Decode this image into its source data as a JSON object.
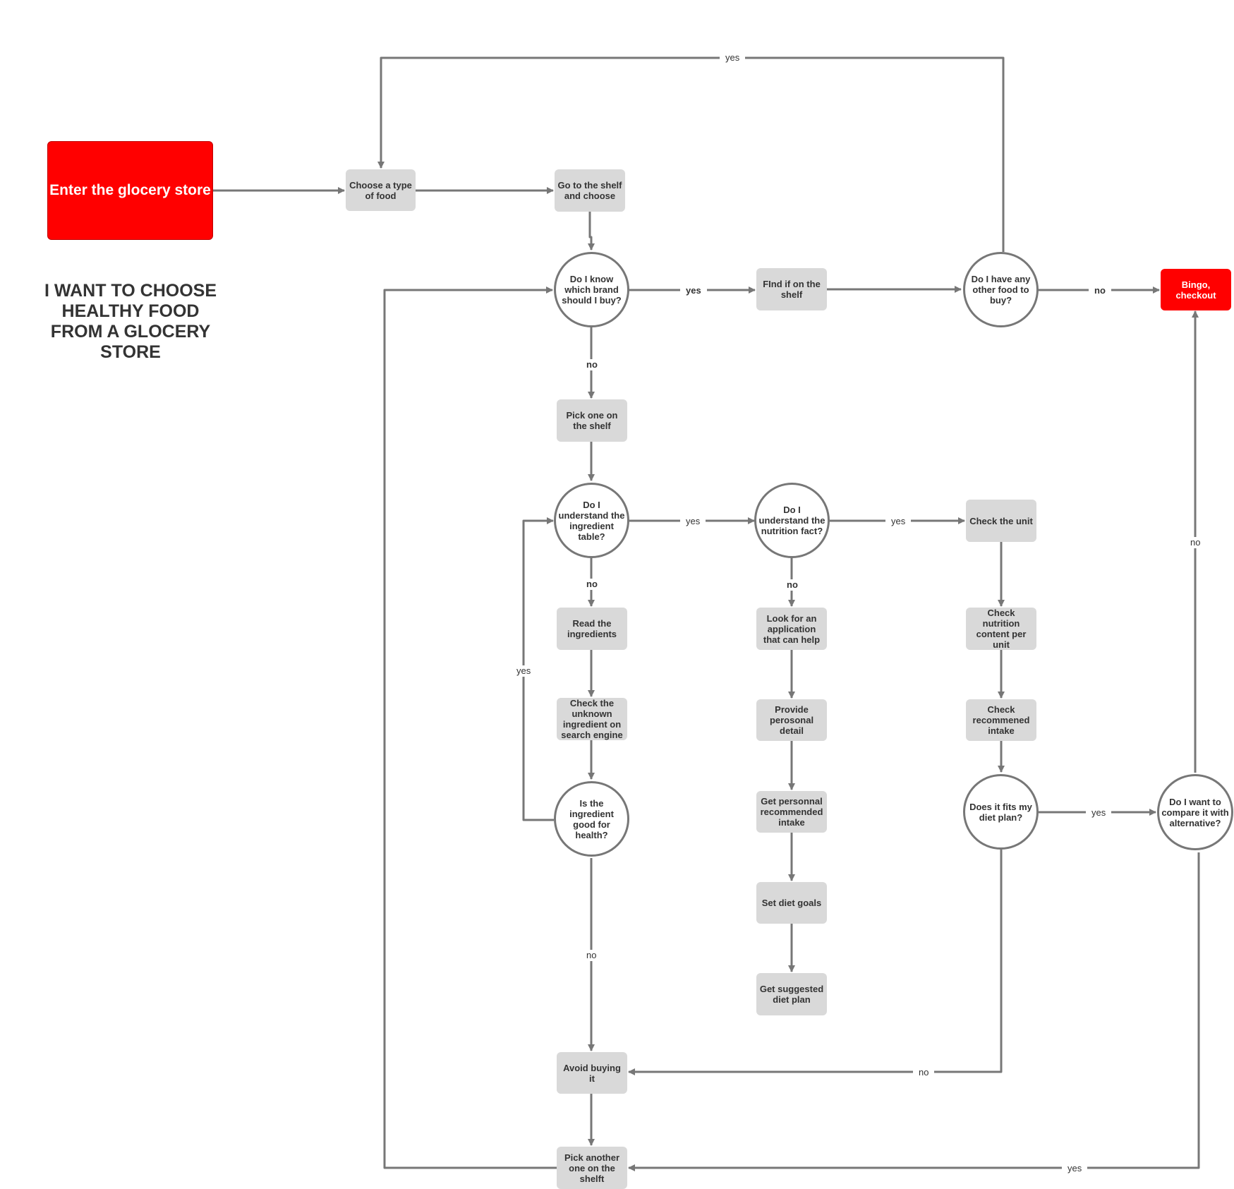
{
  "title": "I WANT TO CHOOSE HEALTHY FOOD FROM A GLOCERY STORE",
  "colors": {
    "accent": "#ff0000",
    "process": "#d9d9d9",
    "line": "#777777",
    "text": "#333333"
  },
  "nodes": {
    "start": "Enter the glocery store",
    "choose_type": "Choose a type of food",
    "go_shelf": "Go to the shelf and choose",
    "know_brand": "Do I know which brand should I buy?",
    "find_shelf": "FInd if on the shelf",
    "other_food": "Do I have any other food to buy?",
    "checkout": "Bingo, checkout",
    "pick_one": "Pick one on the shelf",
    "understand_ingredient": "Do I understand the ingredient table?",
    "understand_nutrition": "Do I understand the nutrition fact?",
    "check_unit": "Check the unit",
    "read_ingredients": "Read the ingredients",
    "look_app": "Look for an application that can help",
    "nutrition_per_unit": "Check nutrition content per unit",
    "check_unknown": "Check the unknown ingredient on search engine",
    "provide_detail": "Provide perosonal detail",
    "recommended_intake": "Check recommened intake",
    "good_for_health": "Is the ingredient good for health?",
    "personal_intake": "Get personnal recommended intake",
    "fits_plan": "Does it fits my diet plan?",
    "compare": "Do I want to compare it with alternative?",
    "diet_goals": "Set diet goals",
    "diet_plan": "Get suggested diet plan",
    "avoid": "Avoid buying it",
    "pick_another": "Pick another one on the shelft"
  },
  "edge_labels": {
    "loop_yes": "yes",
    "brand_yes": "yes",
    "other_no": "no",
    "brand_no": "no",
    "ingredient_yes": "yes",
    "nutrition_yes": "yes",
    "ingredient_no": "no",
    "nutrition_no": "no",
    "health_yes": "yes",
    "compare_no": "no",
    "fits_yes": "yes",
    "health_no": "no",
    "fits_no": "no",
    "compare_yes": "yes"
  }
}
